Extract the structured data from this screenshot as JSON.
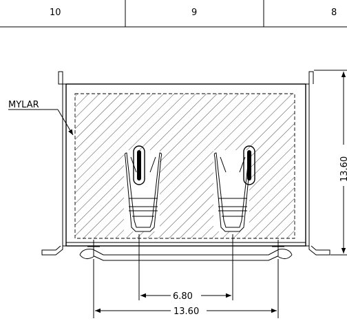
{
  "title_block": {
    "zones": [
      "10",
      "9",
      "8"
    ]
  },
  "labels": {
    "mylar": "MYLAR"
  },
  "dimensions": {
    "height": "13.60",
    "inner_width": "6.80",
    "outer_width": "13.60"
  }
}
